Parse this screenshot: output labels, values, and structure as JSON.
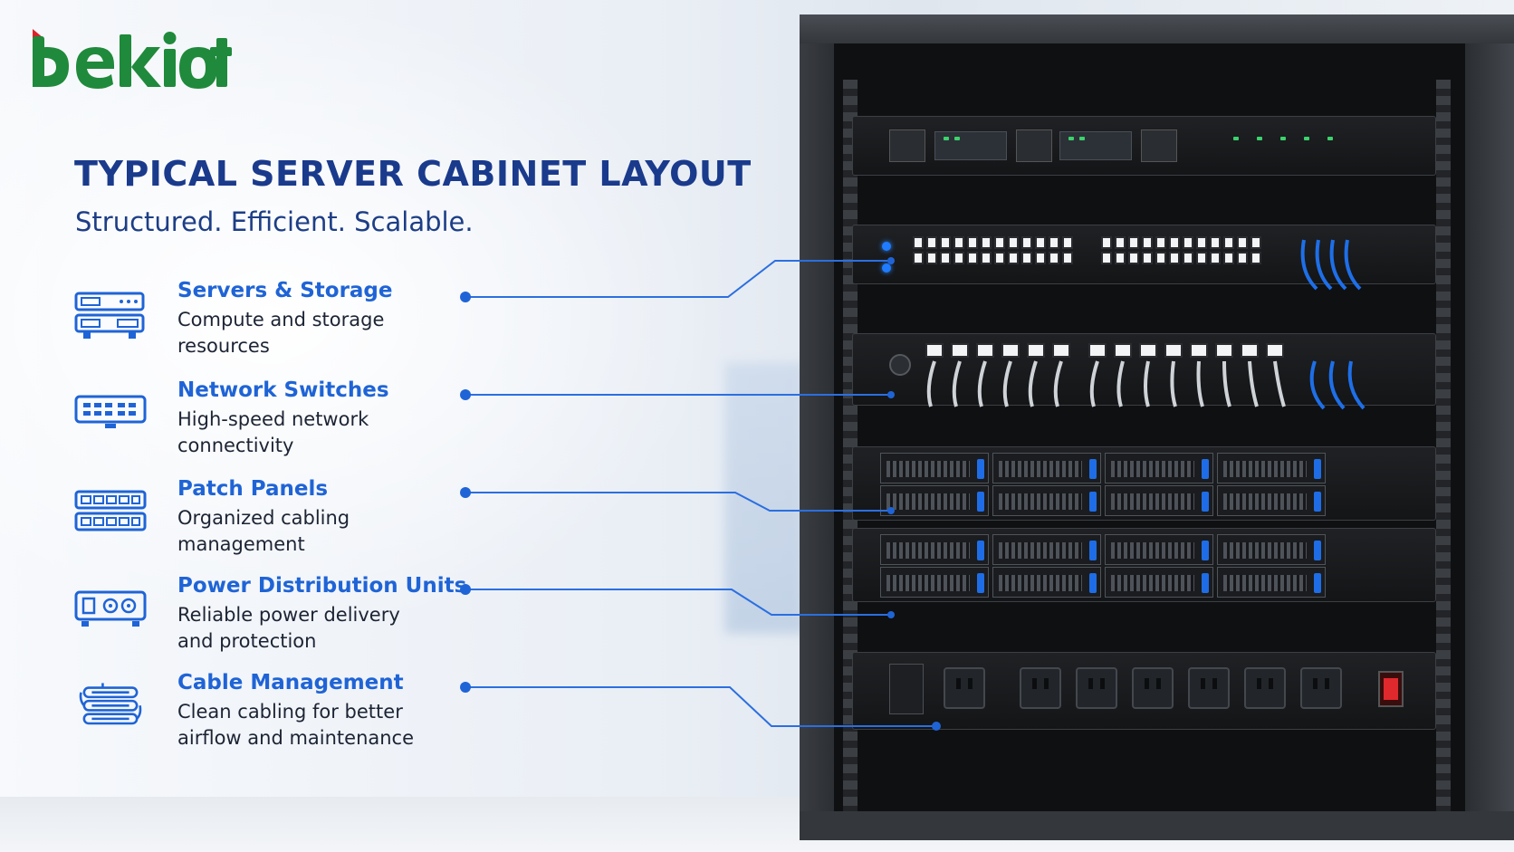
{
  "brand": {
    "logo_text": "bekiot",
    "logo_color": "#1f8a3b",
    "logo_accent": "#d8232a"
  },
  "header": {
    "title": "TYPICAL SERVER CABINET LAYOUT",
    "subtitle": "Structured. Efficient. Scalable."
  },
  "components": [
    {
      "name": "Servers & Storage",
      "desc_line1": "Compute and storage",
      "desc_line2": "resources",
      "icon": "server-icon"
    },
    {
      "name": "Network Switches",
      "desc_line1": "High-speed network",
      "desc_line2": "connectivity",
      "icon": "switch-icon"
    },
    {
      "name": "Patch Panels",
      "desc_line1": "Organized cabling",
      "desc_line2": "management",
      "icon": "patch-panel-icon"
    },
    {
      "name": "Power Distribution Units",
      "desc_line1": "Reliable power delivery",
      "desc_line2": "and protection",
      "icon": "pdu-icon"
    },
    {
      "name": "Cable Management",
      "desc_line1": "Clean cabling for better",
      "desc_line2": "airflow and maintenance",
      "icon": "cable-icon"
    }
  ],
  "colors": {
    "accent": "#1f64d6",
    "title": "#1a3a8c",
    "leader": "#2b6fe0"
  }
}
